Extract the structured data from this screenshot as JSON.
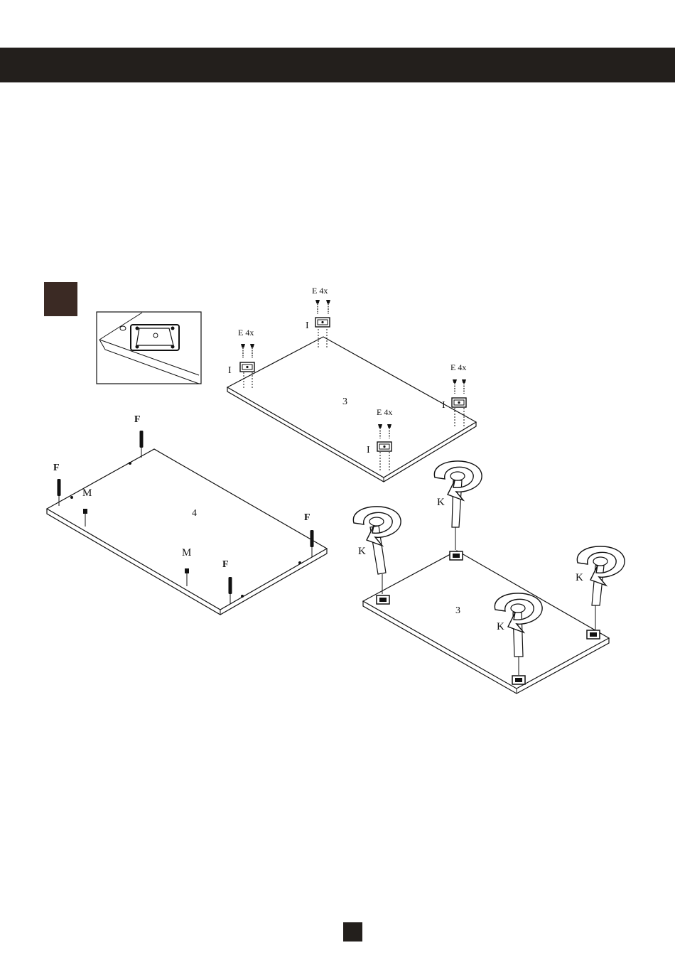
{
  "header": {
    "bar_color": "#231f1c"
  },
  "step": {
    "badge_color": "#3b2a24"
  },
  "page_badge": {
    "color": "#231f1c"
  },
  "panel_top": {
    "panel_label": "3",
    "hardware": [
      {
        "screw_label": "E 4x",
        "plate_label": "I"
      },
      {
        "screw_label": "E 4x",
        "plate_label": "I"
      },
      {
        "screw_label": "E 4x",
        "plate_label": "I"
      },
      {
        "screw_label": "E 4x",
        "plate_label": "I"
      }
    ]
  },
  "panel_left": {
    "panel_label": "4",
    "dowel_label": "F",
    "cam_label": "M"
  },
  "panel_right": {
    "panel_label": "3",
    "leg_label": "K"
  }
}
